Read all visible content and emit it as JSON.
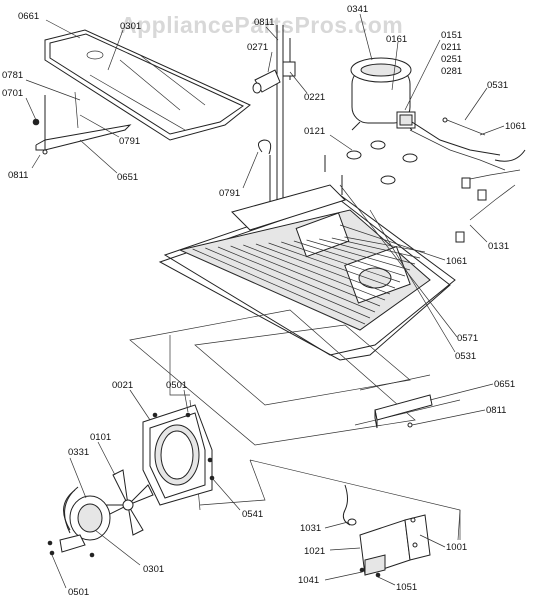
{
  "watermark": "AppliancePartsPros.com",
  "part_labels": [
    "0661",
    "0301",
    "0811",
    "0271",
    "0221",
    "0781",
    "0701",
    "0791",
    "0651",
    "0811",
    "0791",
    "0341",
    "0161",
    "0151",
    "0211",
    "0251",
    "0281",
    "0121",
    "0531",
    "1061",
    "0131",
    "1061",
    "0571",
    "0531",
    "0021",
    "0501",
    "0101",
    "0331",
    "0541",
    "0301",
    "0501",
    "0651",
    "0811",
    "1031",
    "1021",
    "1001",
    "1041",
    "1051"
  ]
}
